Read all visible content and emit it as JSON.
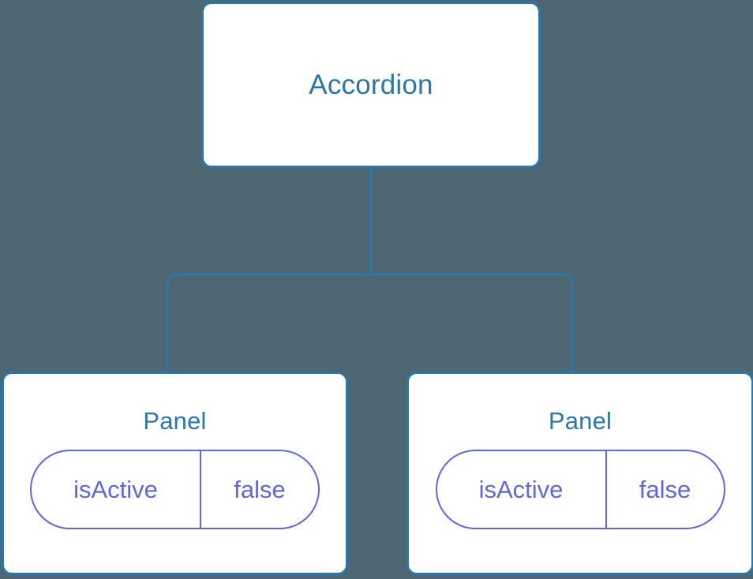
{
  "canvas": {
    "background_color": "#4c6771",
    "node_fill": "#ffffff",
    "node_border_color": "#2d76a8",
    "edge_color": "#2d76a8",
    "title_color": "#2d76a8",
    "state_color": "#6067d6"
  },
  "tree": {
    "root": {
      "title": "Accordion"
    },
    "children": [
      {
        "title": "Panel",
        "state": {
          "key": "isActive",
          "value": "false"
        }
      },
      {
        "title": "Panel",
        "state": {
          "key": "isActive",
          "value": "false"
        }
      }
    ]
  }
}
